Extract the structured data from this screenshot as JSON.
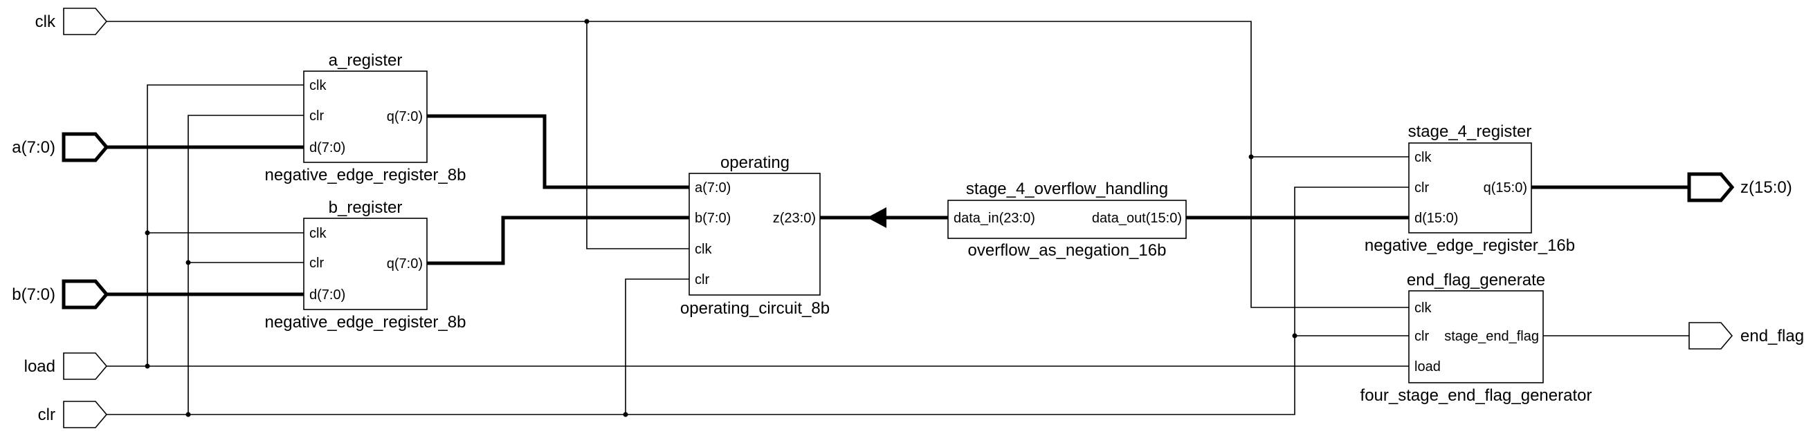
{
  "ports": {
    "clk": "clk",
    "a": "a(7:0)",
    "b": "b(7:0)",
    "load": "load",
    "clr": "clr",
    "z": "z(15:0)",
    "end_flag": "end_flag"
  },
  "blocks": {
    "a_register": {
      "title": "a_register",
      "type": "negative_edge_register_8b",
      "pins": {
        "clk": "clk",
        "clr": "clr",
        "d": "d(7:0)",
        "q": "q(7:0)"
      }
    },
    "b_register": {
      "title": "b_register",
      "type": "negative_edge_register_8b",
      "pins": {
        "clk": "clk",
        "clr": "clr",
        "d": "d(7:0)",
        "q": "q(7:0)"
      }
    },
    "operating": {
      "title": "operating",
      "type": "operating_circuit_8b",
      "pins": {
        "a": "a(7:0)",
        "b": "b(7:0)",
        "clk": "clk",
        "clr": "clr",
        "z": "z(23:0)"
      }
    },
    "stage_4_overflow_handling": {
      "title": "stage_4_overflow_handling",
      "type": "overflow_as_negation_16b",
      "pins": {
        "data_in": "data_in(23:0)",
        "data_out": "data_out(15:0)"
      }
    },
    "stage_4_register": {
      "title": "stage_4_register",
      "type": "negative_edge_register_16b",
      "pins": {
        "clk": "clk",
        "clr": "clr",
        "d": "d(15:0)",
        "q": "q(15:0)"
      }
    },
    "end_flag_generate": {
      "title": "end_flag_generate",
      "type": "four_stage_end_flag_generator",
      "pins": {
        "clk": "clk",
        "clr": "clr",
        "load": "load",
        "stage_end_flag": "stage_end_flag"
      }
    }
  }
}
